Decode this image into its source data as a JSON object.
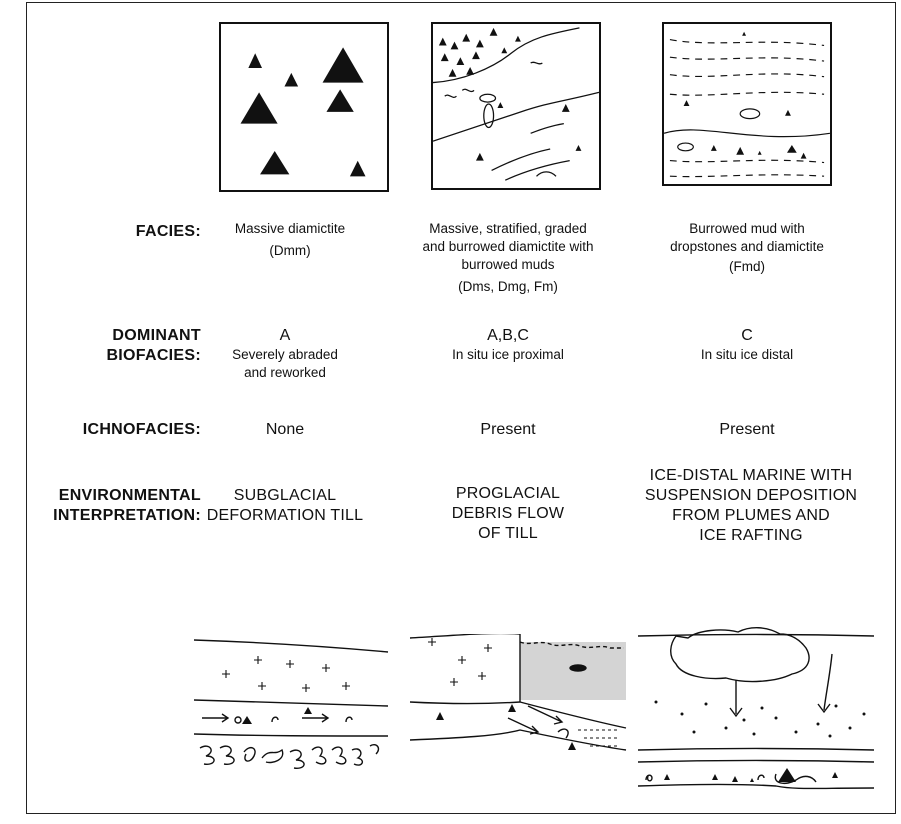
{
  "rows": {
    "facies_label": "FACIES:",
    "biofacies_label_1": "DOMINANT",
    "biofacies_label_2": "BIOFACIES:",
    "ichnofacies_label": "ICHNOFACIES:",
    "environment_label_1": "ENVIRONMENTAL",
    "environment_label_2": "INTERPRETATION:"
  },
  "columns": [
    {
      "facies": [
        "Massive diamictite",
        "(Dmm)"
      ],
      "biofacies_letter": "A",
      "biofacies": [
        "Severely abraded",
        "and reworked"
      ],
      "ichnofacies": "None",
      "environment": [
        "SUBGLACIAL",
        "DEFORMATION TILL"
      ]
    },
    {
      "facies": [
        "Massive, stratified, graded",
        "and burrowed diamictite with",
        "burrowed muds",
        "(Dms, Dmg, Fm)"
      ],
      "biofacies_letter": "A,B,C",
      "biofacies": [
        "In situ ice proximal"
      ],
      "ichnofacies": "Present",
      "environment": [
        "PROGLACIAL",
        "DEBRIS FLOW",
        "OF TILL"
      ]
    },
    {
      "facies": [
        "Burrowed mud with",
        "dropstones and diamictite",
        "(Fmd)"
      ],
      "biofacies_letter": "C",
      "biofacies": [
        "In situ ice distal"
      ],
      "ichnofacies": "Present",
      "environment": [
        "ICE-DISTAL MARINE WITH",
        "SUSPENSION DEPOSITION",
        "FROM PLUMES AND",
        "ICE RAFTING"
      ]
    }
  ]
}
